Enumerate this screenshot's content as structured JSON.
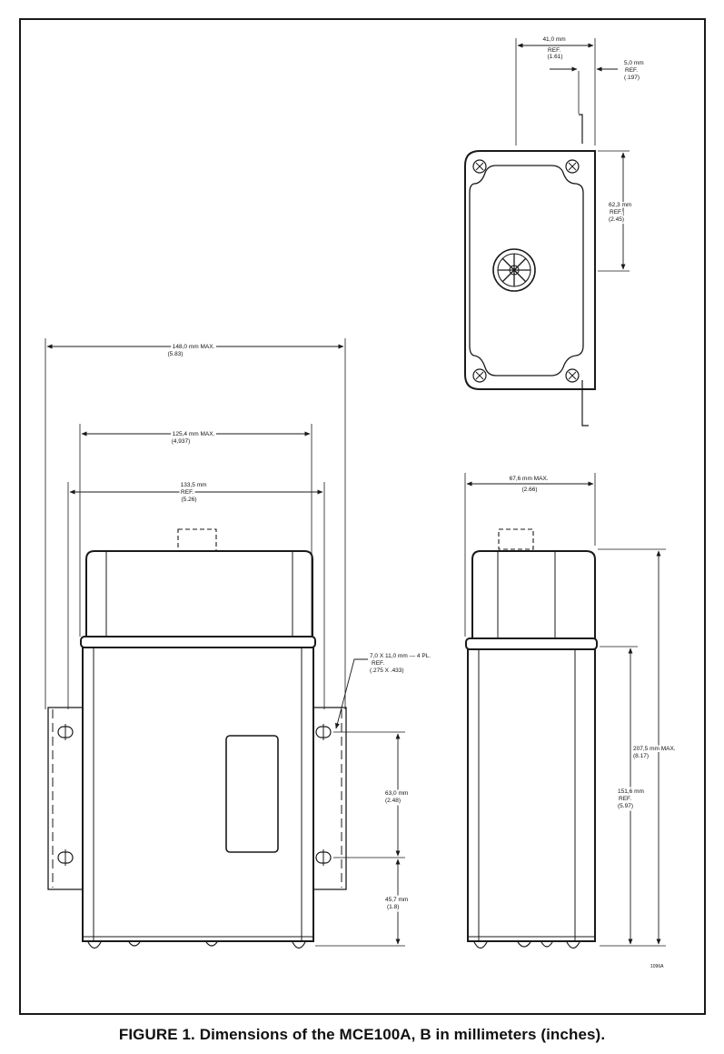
{
  "caption": "FIGURE 1.  Dimensions of the MCE100A, B in millimeters (inches).",
  "drawing_code": "1096A",
  "top_view": {
    "width_label": [
      "41,0 mm",
      "REF.",
      "(1.61)"
    ],
    "offset_label": [
      "5,0 mm",
      "REF.",
      "(.197)"
    ],
    "height_label": [
      "62,3 mm",
      "REF.",
      "(2.45)"
    ]
  },
  "front_view": {
    "overall_width_label": [
      "148,0 mm MAX.",
      "(5.83)"
    ],
    "body_width_label": [
      "125,4 mm MAX.",
      "(4,937)"
    ],
    "mount_spacing_label": [
      "133,5 mm",
      "REF.",
      "(5.26)"
    ],
    "slot_label": [
      "7,0 X 11,0 mm — 4 PL.",
      "REF.",
      "(.275 X .433)"
    ],
    "vertical_hole_spacing_label": [
      "63,0 mm",
      "(2.48)"
    ],
    "bottom_hole_label": [
      "45,7 mm",
      "(1.8)"
    ]
  },
  "side_view": {
    "depth_label": [
      "67,6 mm MAX.",
      "(2.66)"
    ],
    "overall_height_label": [
      "207,5 mm MAX.",
      "(8.17)"
    ],
    "body_height_label": [
      "151,6 mm",
      "REF.",
      "(5.97)"
    ]
  }
}
